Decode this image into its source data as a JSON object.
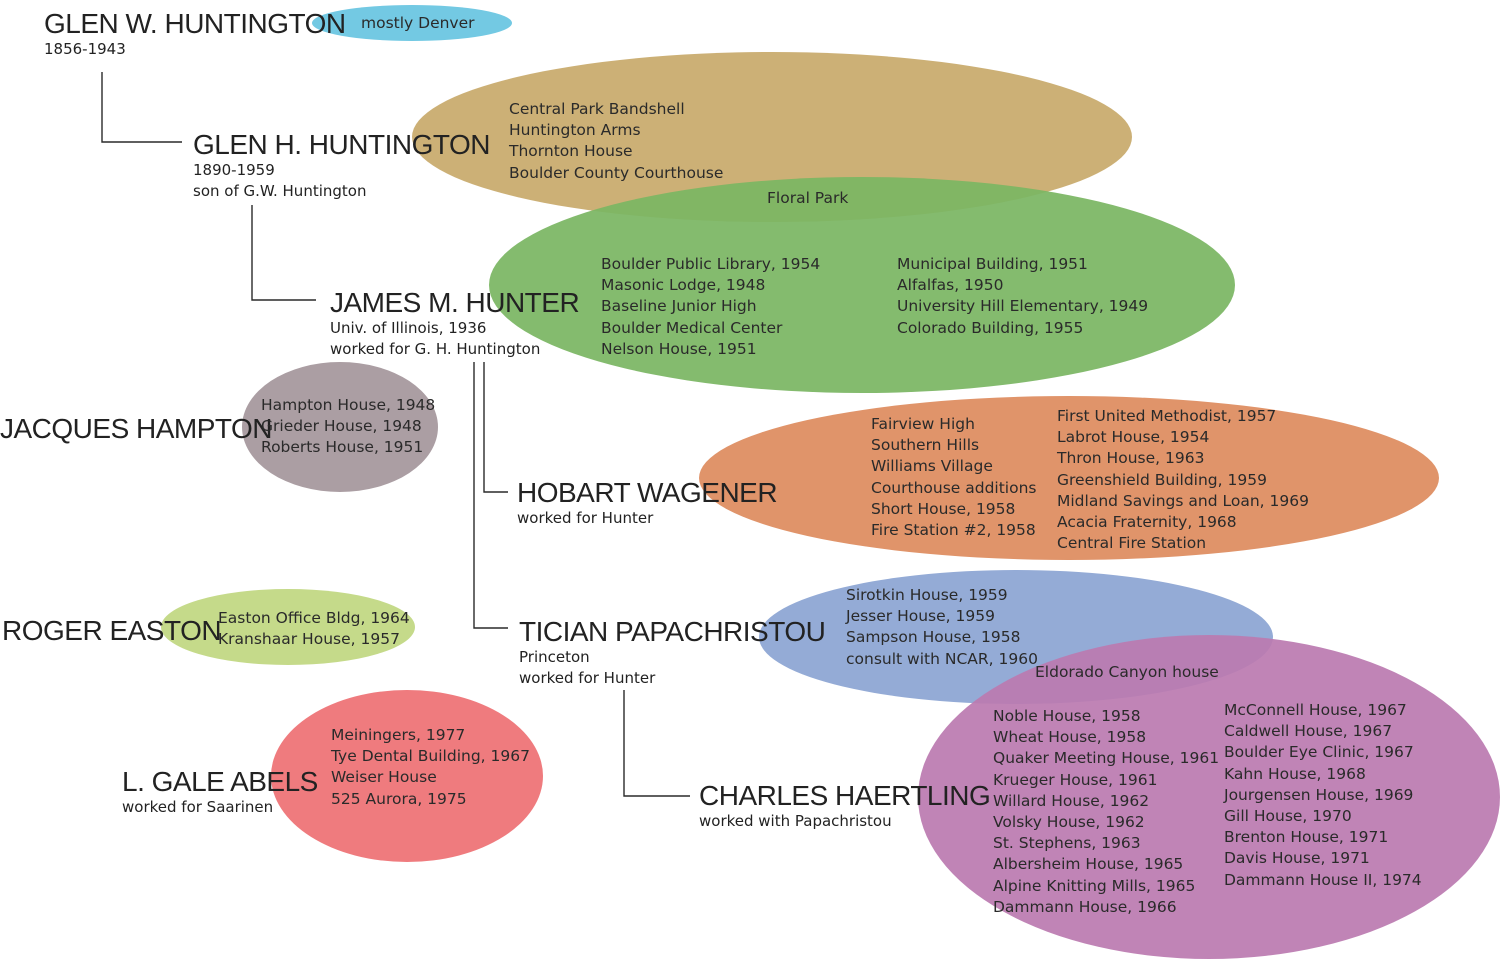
{
  "architects": {
    "gw_huntington": {
      "name": "GLEN W. HUNTINGTON",
      "lines": [
        "1856-1943"
      ]
    },
    "gh_huntington": {
      "name": "GLEN H. HUNTINGTON",
      "lines": [
        "1890-1959",
        "son of G.W. Huntington"
      ]
    },
    "hunter": {
      "name": "JAMES M. HUNTER",
      "lines": [
        "Univ. of Illinois, 1936",
        "worked for G. H. Huntington"
      ]
    },
    "hampton": {
      "name": "JACQUES HAMPTON",
      "lines": []
    },
    "wagener": {
      "name": "HOBART WAGENER",
      "lines": [
        "worked for Hunter"
      ]
    },
    "easton": {
      "name": "ROGER EASTON",
      "lines": []
    },
    "papachristou": {
      "name": "TICIAN PAPACHRISTOU",
      "lines": [
        "Princeton",
        "worked for Hunter"
      ]
    },
    "abels": {
      "name": "L. GALE ABELS",
      "lines": [
        "worked for Saarinen"
      ]
    },
    "haertling": {
      "name": "CHARLES HAERTLING",
      "lines": [
        "worked with Papachristou"
      ]
    }
  },
  "works": {
    "gw_huntington": {
      "color": "#5bc0de",
      "lists": [
        [
          "mostly Denver"
        ]
      ]
    },
    "gh_huntington": {
      "color": "#c8a96a",
      "lists": [
        [
          "Central Park Bandshell",
          "Huntington Arms",
          "Thornton House",
          "Boulder County Courthouse"
        ]
      ]
    },
    "shared_gh_hunter": {
      "label": "Floral Park"
    },
    "hunter": {
      "color": "#7bb663",
      "lists": [
        [
          "Boulder Public Library, 1954",
          "Masonic Lodge, 1948",
          "Baseline Junior High",
          "Boulder Medical Center",
          "Nelson House, 1951"
        ],
        [
          "Municipal Building, 1951",
          "Alfalfas, 1950",
          "University Hill Elementary, 1949",
          "Colorado Building, 1955"
        ]
      ]
    },
    "hampton": {
      "color": "#ab9ea3",
      "lists": [
        [
          "Hampton House, 1948",
          "Grieder House, 1948",
          "Roberts House, 1951"
        ]
      ]
    },
    "wagener": {
      "color": "#e0946a",
      "lists": [
        [
          "Fairview High",
          "Southern Hills",
          "Williams Village",
          "Courthouse additions",
          "Short House, 1958",
          "Fire Station #2, 1958"
        ],
        [
          "First United Methodist, 1957",
          "Labrot House, 1954",
          "Thron House, 1963",
          "Greenshield Building, 1959",
          "Midland Savings and Loan, 1969",
          "Acacia Fraternity, 1968",
          "Central Fire Station"
        ]
      ]
    },
    "easton": {
      "color": "#c5da8a",
      "lists": [
        [
          "Easton Office Bldg, 1964",
          "Kranshaar House, 1957"
        ]
      ]
    },
    "papachristou": {
      "color": "#94abd6",
      "lists": [
        [
          "Sirotkin House, 1959",
          "Jesser House, 1959",
          "Sampson House, 1958",
          "consult with NCAR, 1960"
        ]
      ]
    },
    "shared_papa_haertling": {
      "label": "Eldorado Canyon house"
    },
    "abels": {
      "color": "#ef7b7e",
      "lists": [
        [
          "Meiningers, 1977",
          "Tye Dental Building, 1967",
          "Weiser House",
          "525 Aurora, 1975"
        ]
      ]
    },
    "haertling": {
      "color": "#bb7bb0",
      "lists": [
        [
          "Noble House, 1958",
          "Wheat House, 1958",
          "Quaker Meeting House, 1961",
          "Krueger House, 1961",
          "Willard House, 1962",
          "Volsky House, 1962",
          "St. Stephens, 1963",
          "Albersheim House, 1965",
          "Alpine Knitting Mills, 1965",
          "Dammann House, 1966"
        ],
        [
          "McConnell House, 1967",
          "Caldwell House, 1967",
          "Boulder Eye Clinic, 1967",
          "Kahn House, 1968",
          "Jourgensen House, 1969",
          "Gill House, 1970",
          "Brenton House, 1971",
          "Davis House, 1971",
          "Dammann House II, 1974"
        ]
      ]
    }
  },
  "colors": {
    "connector": "#2a2a2a",
    "text": "#2a2a2a"
  }
}
